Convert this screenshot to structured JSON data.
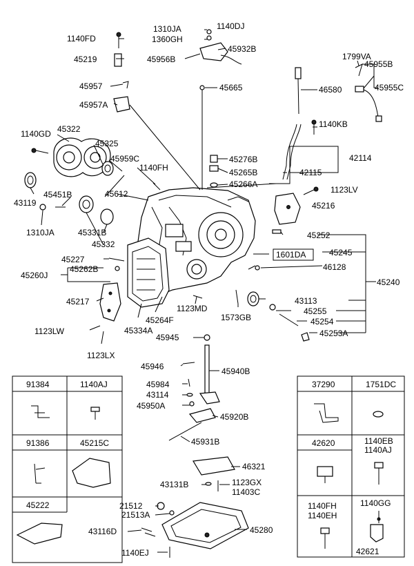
{
  "callouts": {
    "c_1310JA_top": "1310JA",
    "c_1140DJ": "1140DJ",
    "c_1360GH": "1360GH",
    "c_45932B": "45932B",
    "c_45956B": "45956B",
    "c_1140FD": "1140FD",
    "c_45219": "45219",
    "c_45957": "45957",
    "c_45957A": "45957A",
    "c_45665": "45665",
    "c_46580": "46580",
    "c_1799VA": "1799VA",
    "c_45955B": "45955B",
    "c_45955C": "45955C",
    "c_1140KB": "1140KB",
    "c_1140GD": "1140GD",
    "c_45322": "45322",
    "c_45325": "45325",
    "c_45959C": "45959C",
    "c_1140FH": "1140FH",
    "c_45276B": "45276B",
    "c_45265B": "45265B",
    "c_45266A": "45266A",
    "c_42114": "42114",
    "c_42115": "42115",
    "c_43119": "43119",
    "c_45451B": "45451B",
    "c_45612": "45612",
    "c_1123LV": "1123LV",
    "c_45216": "45216",
    "c_1310JA_left": "1310JA",
    "c_45331B": "45331B",
    "c_45332": "45332",
    "c_45252": "45252",
    "c_45227": "45227",
    "c_1601DA": "1601DA",
    "c_45245": "45245",
    "c_45262B": "45262B",
    "c_45260J": "45260J",
    "c_46128": "46128",
    "c_45240": "45240",
    "c_45217": "45217",
    "c_43113": "43113",
    "c_1123MD": "1123MD",
    "c_45255": "45255",
    "c_45264F": "45264F",
    "c_1573GB": "1573GB",
    "c_45254": "45254",
    "c_1123LW": "1123LW",
    "c_45334A": "45334A",
    "c_45253A": "45253A",
    "c_45945": "45945",
    "c_1123LX": "1123LX",
    "c_45946": "45946",
    "c_45940B": "45940B",
    "c_45984": "45984",
    "c_43114": "43114",
    "c_45950A": "45950A",
    "c_45920B": "45920B",
    "c_45931B": "45931B",
    "c_46321": "46321",
    "c_43131B": "43131B",
    "c_1123GX": "1123GX",
    "c_11403C": "11403C",
    "c_21512": "21512",
    "c_21513A": "21513A",
    "c_43116D": "43116D",
    "c_45280": "45280",
    "c_1140EJ": "1140EJ"
  },
  "left_table": {
    "cells": [
      "91384",
      "1140AJ",
      "91386",
      "45215C",
      "45222"
    ]
  },
  "right_table": {
    "cells": [
      "37290",
      "1751DC",
      "42620",
      "1140EB",
      "1140AJ",
      "1140FH",
      "1140EH",
      "1140GG",
      "42621"
    ]
  }
}
